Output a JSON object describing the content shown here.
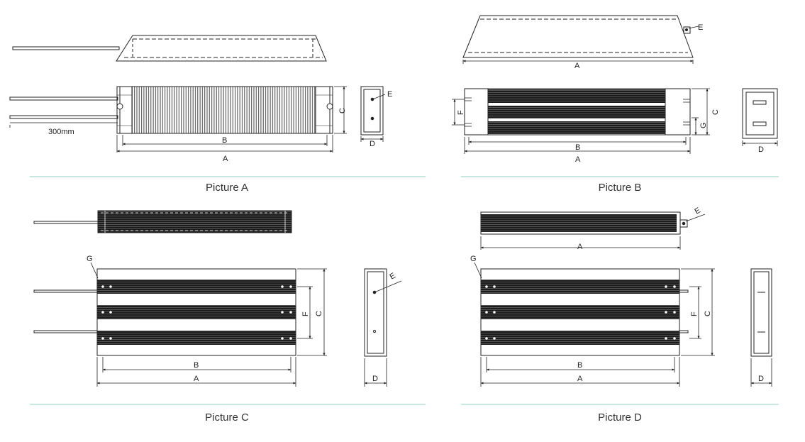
{
  "pictures": {
    "a": {
      "caption": "Picture A",
      "lead_length": "300mm",
      "labels": {
        "a": "A",
        "b": "B",
        "c": "C",
        "d": "D",
        "e": "E"
      }
    },
    "b": {
      "caption": "Picture B",
      "labels": {
        "a": "A",
        "b": "B",
        "c": "C",
        "d": "D",
        "e": "E",
        "f": "F",
        "g": "G"
      }
    },
    "c": {
      "caption": "Picture C",
      "labels": {
        "a": "A",
        "b": "B",
        "c": "C",
        "d": "D",
        "e": "E",
        "f": "F",
        "g": "G"
      }
    },
    "d": {
      "caption": "Picture D",
      "labels": {
        "a": "A",
        "b": "B",
        "c": "C",
        "d": "D",
        "e": "E",
        "f": "F",
        "g": "G"
      }
    }
  },
  "colors": {
    "divider": "#8fcfc2",
    "line": "#222222",
    "fin_dark": "#1c1c1c",
    "caption": "#333333"
  }
}
